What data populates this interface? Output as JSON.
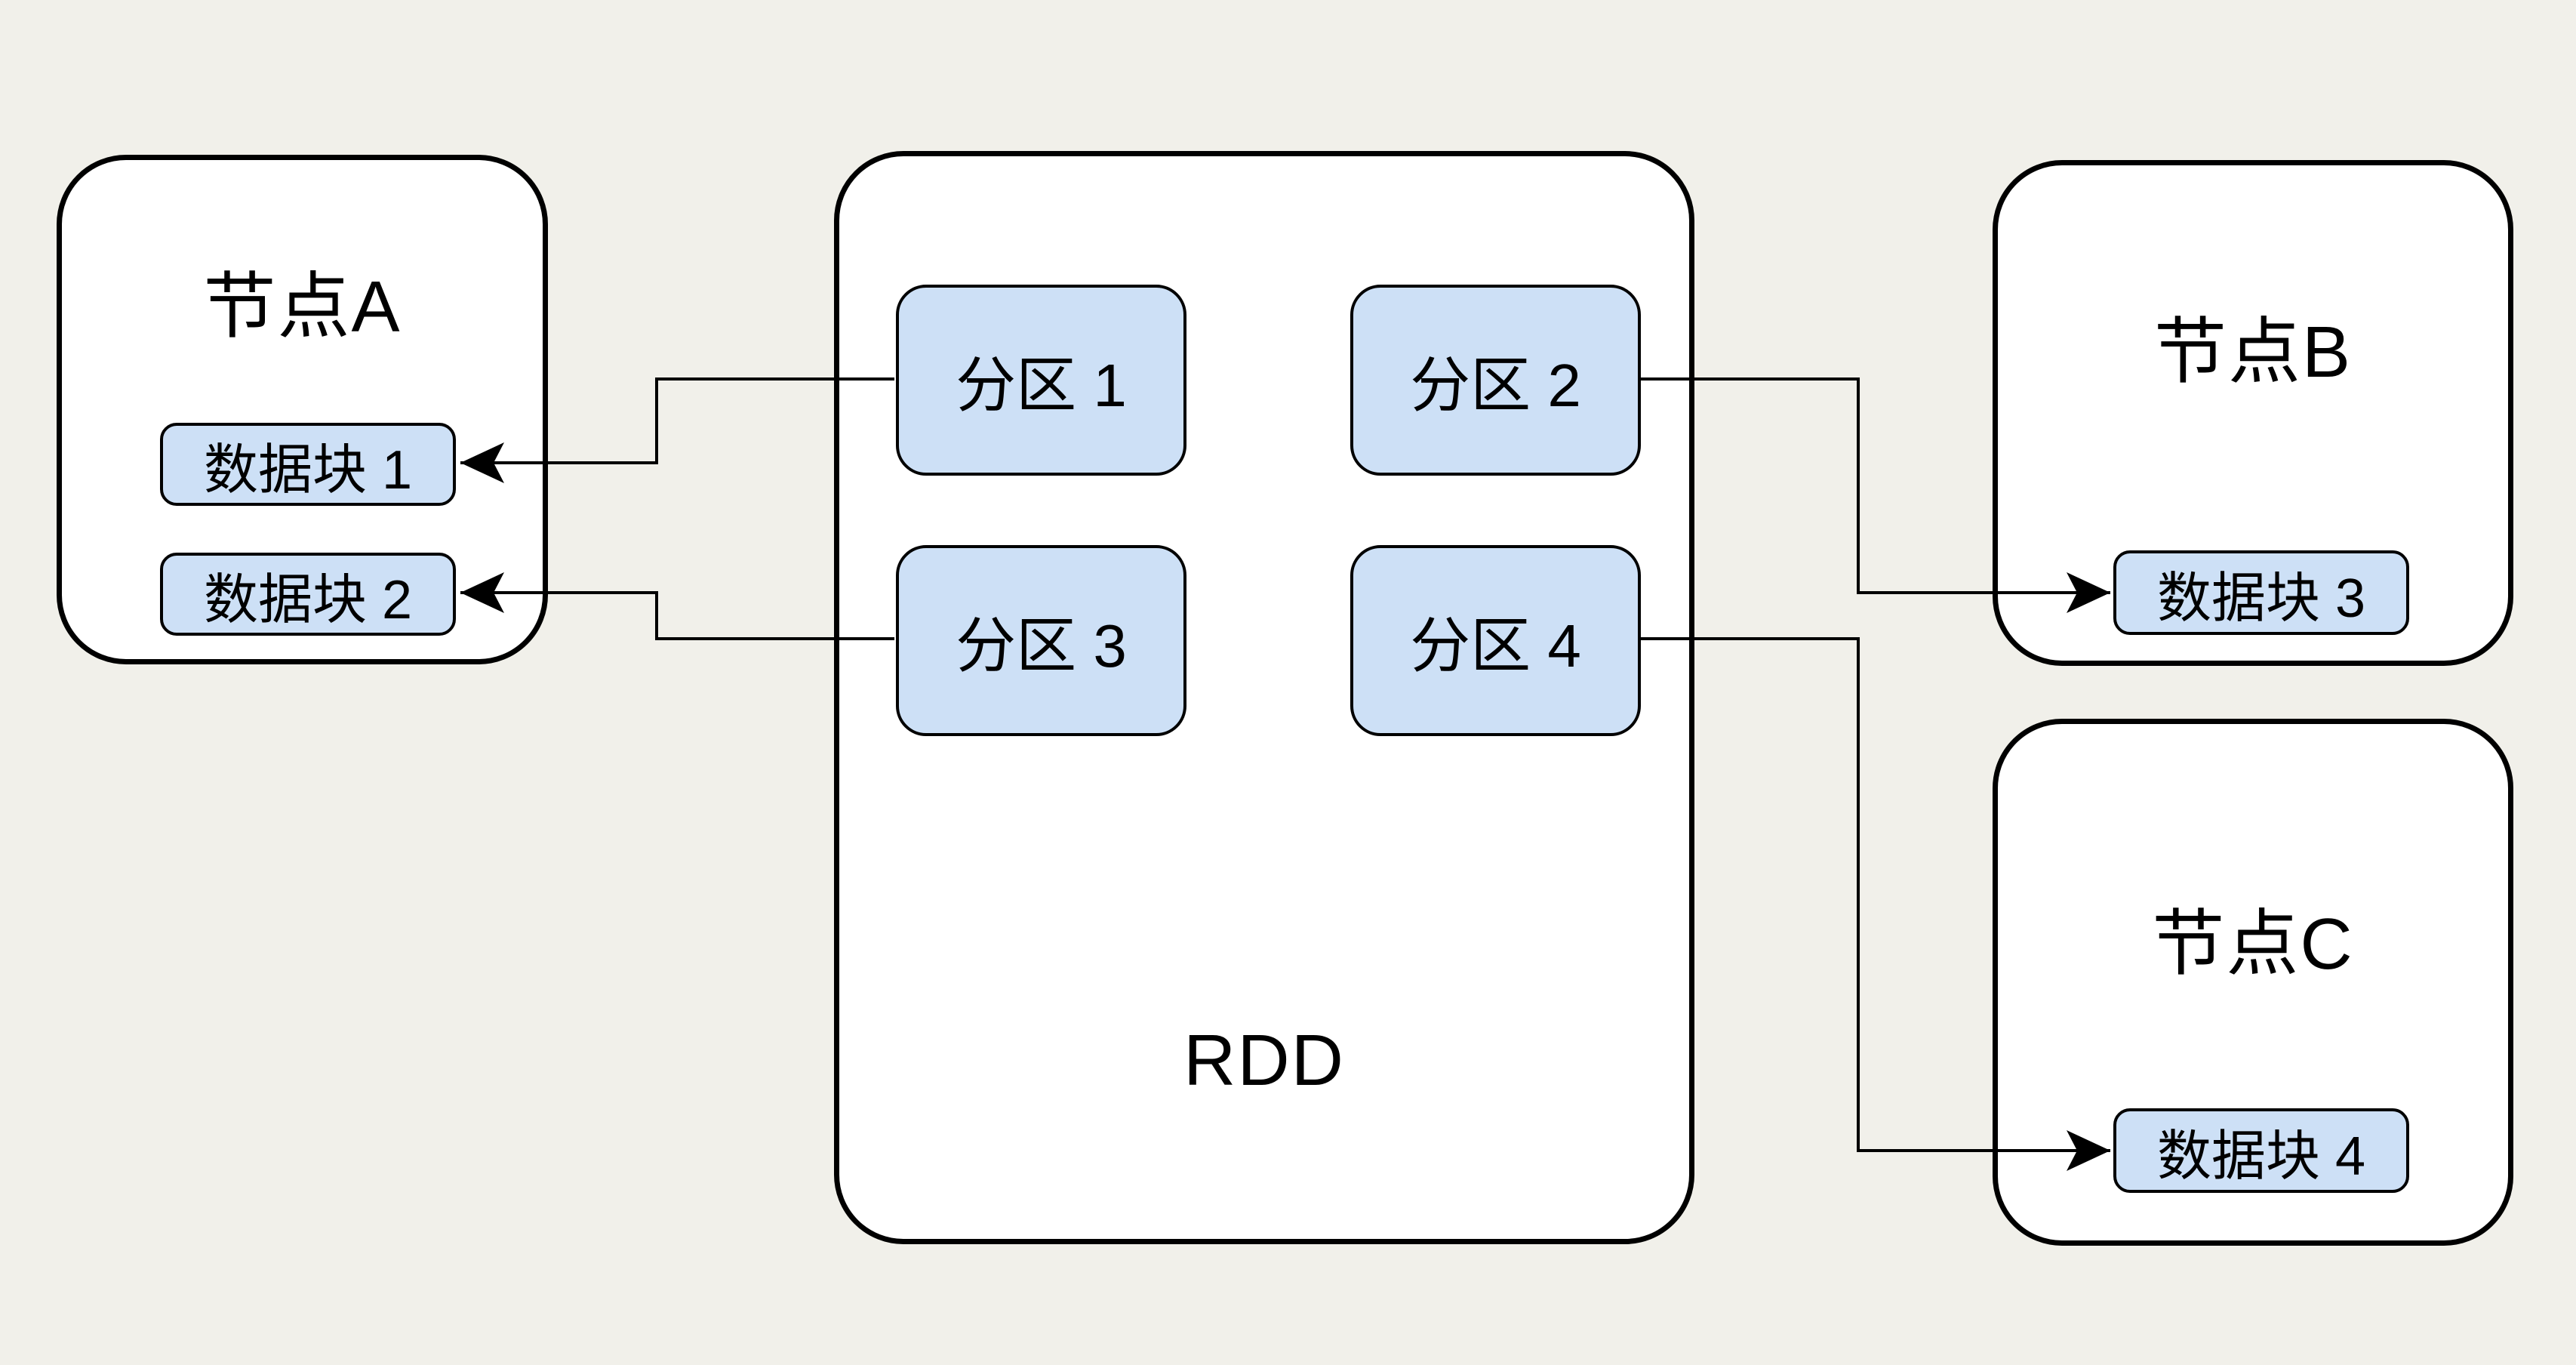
{
  "diagram_title": "RDD partitions to node data blocks mapping",
  "colors": {
    "background": "#f1f0ea",
    "node_fill": "#ffffff",
    "block_fill": "#cde0f6",
    "border": "#000000",
    "line": "#000000",
    "text": "#000000"
  },
  "nodes": {
    "a": {
      "label": "节点A"
    },
    "rdd": {
      "label": "RDD"
    },
    "b": {
      "label": "节点B"
    },
    "c": {
      "label": "节点C"
    }
  },
  "partitions": [
    {
      "label": "分区 1"
    },
    {
      "label": "分区 2"
    },
    {
      "label": "分区 3"
    },
    {
      "label": "分区 4"
    }
  ],
  "datablocks": [
    {
      "label": "数据块 1"
    },
    {
      "label": "数据块 2"
    },
    {
      "label": "数据块 3"
    },
    {
      "label": "数据块 4"
    }
  ],
  "connectors": [
    {
      "from": "分区 1",
      "to": "数据块 1",
      "direction": "left"
    },
    {
      "from": "分区 3",
      "to": "数据块 2",
      "direction": "left"
    },
    {
      "from": "分区 2",
      "to": "数据块 3",
      "direction": "right"
    },
    {
      "from": "分区 4",
      "to": "数据块 4",
      "direction": "right"
    }
  ]
}
